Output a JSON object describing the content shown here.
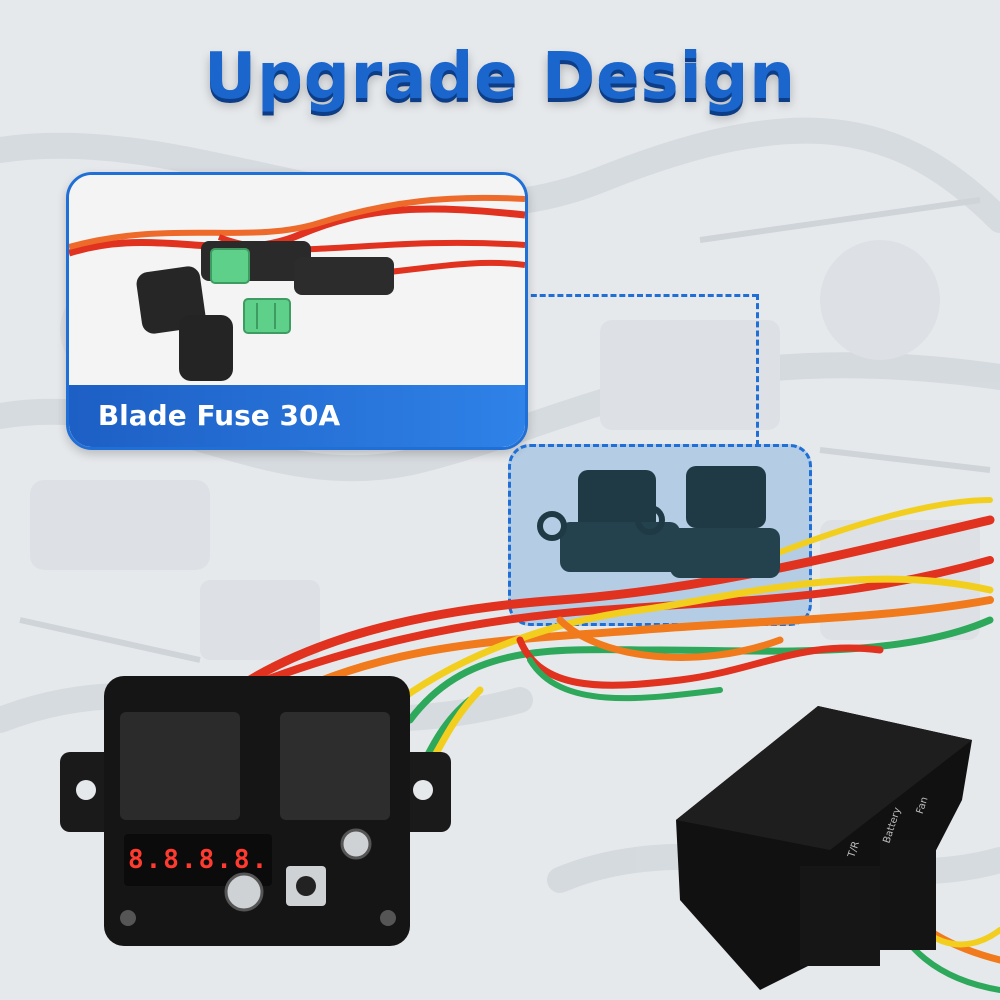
{
  "headline": "Upgrade Design",
  "callout": {
    "label": "Blade Fuse 30A"
  },
  "display": {
    "readout": "8.8.8.8."
  },
  "box_labels": {
    "left": "T/R",
    "middle": "Battery",
    "right": "Fan"
  },
  "colors": {
    "accent": "#1f6fd6",
    "title": "#1a66cc",
    "wire_red": "#e0321f",
    "wire_orange": "#f07a1c",
    "wire_yellow": "#f2cf1f",
    "wire_green": "#2ea85a",
    "fuse_green": "#5fd08a"
  }
}
